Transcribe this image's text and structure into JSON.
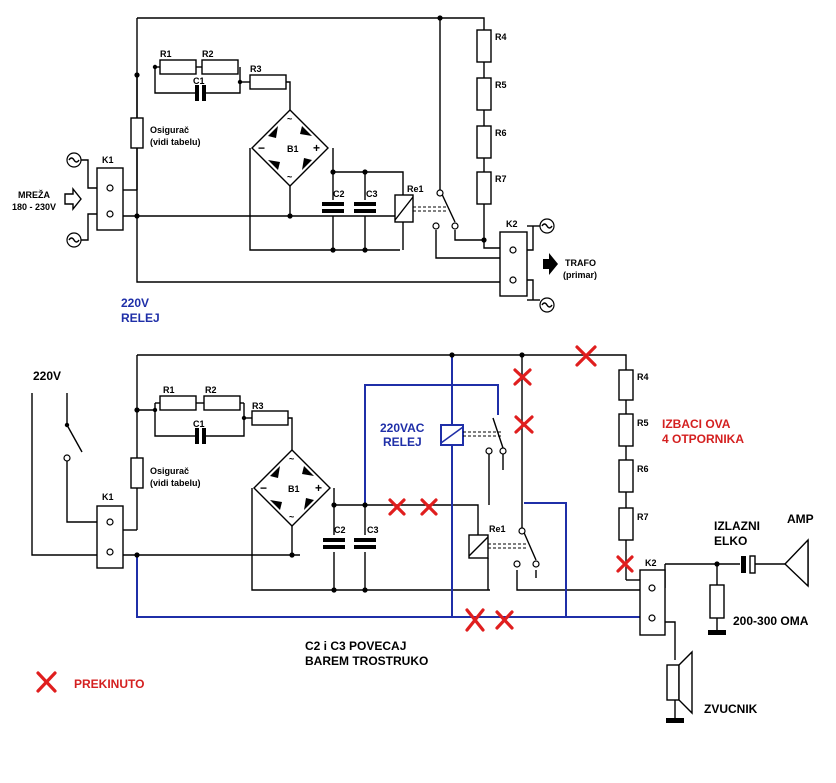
{
  "top": {
    "labels": {
      "r1": "R1",
      "r2": "R2",
      "r3": "R3",
      "c1": "C1",
      "fuse": "Osigurač",
      "fuse_note": "(vidi tabelu)",
      "k1": "K1",
      "b1": "B1",
      "c2": "C2",
      "c3": "C3",
      "re1": "Re1",
      "r4": "R4",
      "r5": "R5",
      "r6": "R6",
      "r7": "R7",
      "k2": "K2",
      "mains": "MREŽA",
      "mains_range": "180 - 230V",
      "trafo": "TRAFO",
      "trafo_note": "(primar)",
      "bridge_minus": "−",
      "bridge_plus": "+",
      "ac": "~"
    }
  },
  "relay_note": {
    "line1": "220V",
    "line2": "RELEJ"
  },
  "bottom": {
    "labels": {
      "supply": "220V",
      "r1": "R1",
      "r2": "R2",
      "r3": "R3",
      "c1": "C1",
      "fuse": "Osigurač",
      "fuse_note": "(vidi tabelu)",
      "k1": "K1",
      "b1": "B1",
      "c2": "C2",
      "c3": "C3",
      "re1": "Re1",
      "relay_220": "220VAC",
      "relay_word": "RELEJ",
      "r4": "R4",
      "r5": "R5",
      "r6": "R6",
      "r7": "R7",
      "k2": "K2",
      "remove_1": "IZBACI OVA",
      "remove_2": "4 OTPORNIKA",
      "elko_1": "IZLAZNI",
      "elko_2": "ELKO",
      "amp": "AMP",
      "res_value": "200-300 OMA",
      "speaker": "ZVUCNIK",
      "cap_note_1": "C2 i C3 POVECAJ",
      "cap_note_2": "BAREM TROSTRUKO",
      "bridge_minus": "−",
      "bridge_plus": "+",
      "ac": "~"
    }
  },
  "legend": {
    "label": "PREKINUTO"
  },
  "colors": {
    "wire": "#000000",
    "mod_wire": "#1f2fa8",
    "cut_mark": "#e01e1e",
    "note_red": "#d42020"
  }
}
